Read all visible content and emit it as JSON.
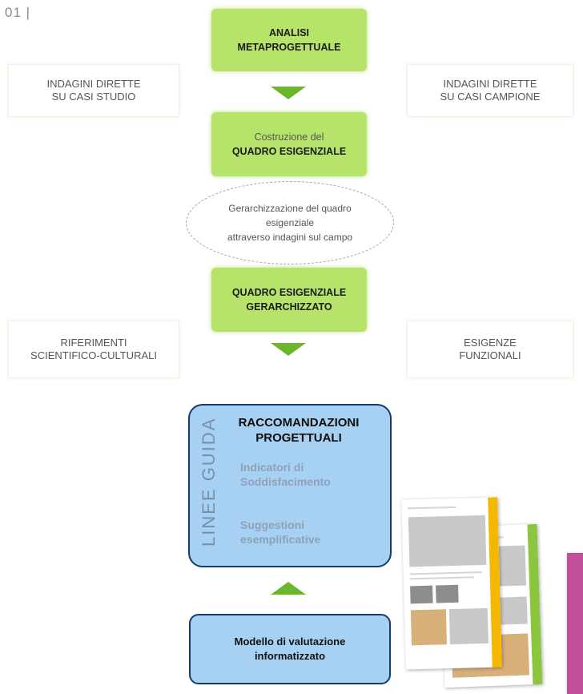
{
  "page_number": "01 |",
  "top_box": {
    "line1": "ANALISI",
    "line2": "METAPROGETTUALE"
  },
  "left_top_box": {
    "line1": "INDAGINI DIRETTE",
    "line2": "SU CASI STUDIO"
  },
  "right_top_box": {
    "line1": "INDAGINI DIRETTE",
    "line2": "SU CASI CAMPIONE"
  },
  "second_box": {
    "line1": "Costruzione del",
    "line2": "QUADRO ESIGENZIALE"
  },
  "ellipse": {
    "line1": "Gerarchizzazione del quadro",
    "line2": "esigenziale",
    "line3": "attraverso indagini sul campo"
  },
  "third_box": {
    "line1": "QUADRO ESIGENZIALE",
    "line2": "GERARCHIZZATO"
  },
  "left_mid_box": {
    "line1": "RIFERIMENTI",
    "line2": "SCIENTIFICO-CULTURALI"
  },
  "right_mid_box": {
    "line1": "ESIGENZE",
    "line2": "FUNZIONALI"
  },
  "guidelines": {
    "vertical_label": "LINEE GUIDA",
    "title_line1": "RACCOMANDAZIONI",
    "title_line2": "PROGETTUALI",
    "item1_line1": "Indicatori di",
    "item1_line2": "Soddisfacimento",
    "item2_line1": "Suggestioni",
    "item2_line2": "esemplificative"
  },
  "bottom_box": {
    "line1": "Modello di valutazione",
    "line2": "informatizzato"
  },
  "colors": {
    "green_box": "#b6e369",
    "arrow": "#6cb62c",
    "blue_box": "#a6d1f3",
    "blue_border": "#173a68",
    "thumb_strips": [
      "#f5b700",
      "#8cc63f",
      "#c0509a"
    ]
  }
}
